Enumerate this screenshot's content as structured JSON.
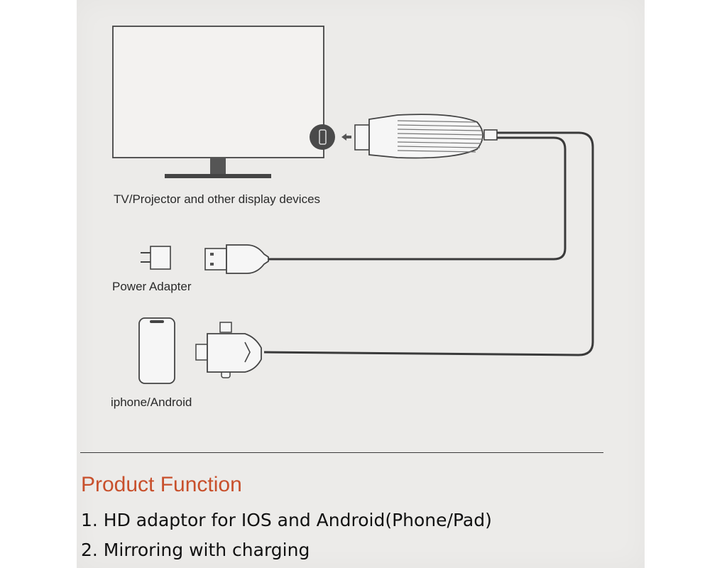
{
  "labels": {
    "display": "TV/Projector and other display devices",
    "power": "Power Adapter",
    "phone": "iphone/Android"
  },
  "product_function": {
    "title": "Product Function",
    "items": [
      "1. HD adaptor for IOS and Android(Phone/Pad)",
      "2. Mirroring with charging"
    ]
  },
  "colors": {
    "accent": "#c8502c",
    "background": "#ecebe9",
    "line": "#3a3a3a"
  },
  "icons": [
    "tv-icon",
    "hdmi-port-icon",
    "hdmi-dongle-icon",
    "arrow-left-icon",
    "power-adapter-icon",
    "usb-plug-icon",
    "smartphone-icon",
    "multi-connector-icon"
  ]
}
